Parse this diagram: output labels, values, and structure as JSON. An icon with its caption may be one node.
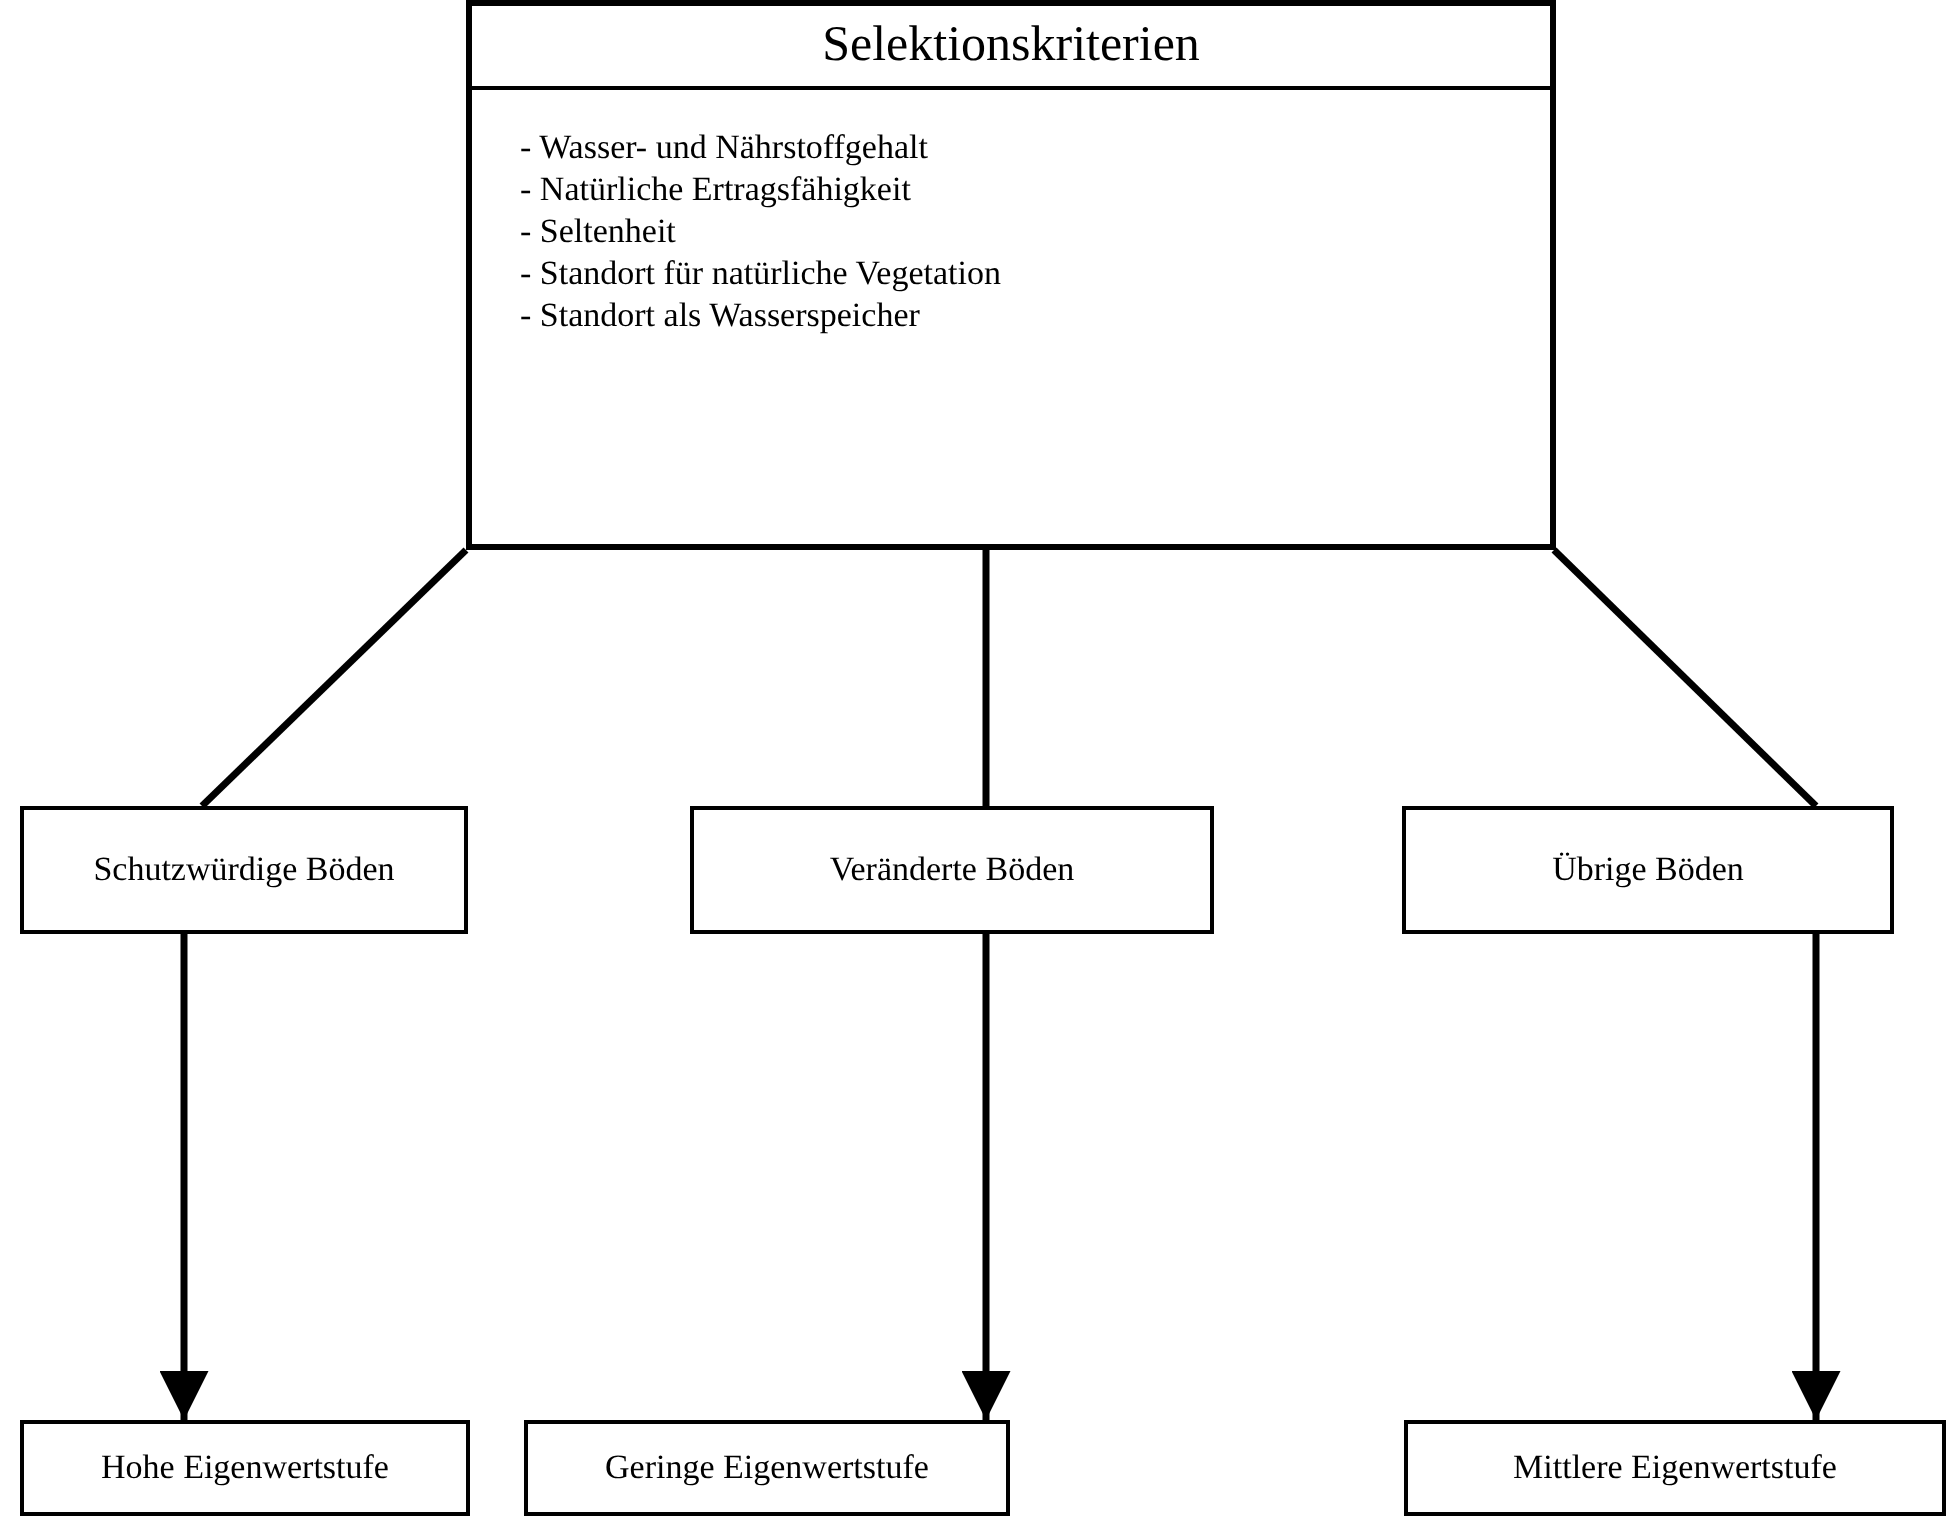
{
  "diagram": {
    "nodes": [
      {
        "text": [
          "Selektionskriterien",
          "- Wasser- und Nährstoffgehalt",
          "- Natürliche Ertragsfähigkeit",
          "- Seltenheit",
          "- Standort für natürliche Vegetation",
          "- Standort als Wasserspeicher"
        ]
      },
      {
        "text": [
          "Schutzwürdige Böden"
        ]
      },
      {
        "text": [
          "Veränderte Böden"
        ]
      },
      {
        "text": [
          "Übrige Böden"
        ]
      },
      {
        "text": [
          "Hohe Eigenwertstufe"
        ]
      },
      {
        "text": [
          "Geringe Eigenwertstufe"
        ]
      },
      {
        "text": [
          "Mittlere Eigenwertstufe"
        ]
      }
    ],
    "edges": [
      {
        "from": 0,
        "to": 1,
        "arrow": "none"
      },
      {
        "from": 0,
        "to": 2,
        "arrow": "none"
      },
      {
        "from": 0,
        "to": 3,
        "arrow": "none"
      },
      {
        "from": 1,
        "to": 4,
        "arrow": "to"
      },
      {
        "from": 2,
        "to": 5,
        "arrow": "to"
      },
      {
        "from": 3,
        "to": 6,
        "arrow": "to"
      }
    ]
  }
}
